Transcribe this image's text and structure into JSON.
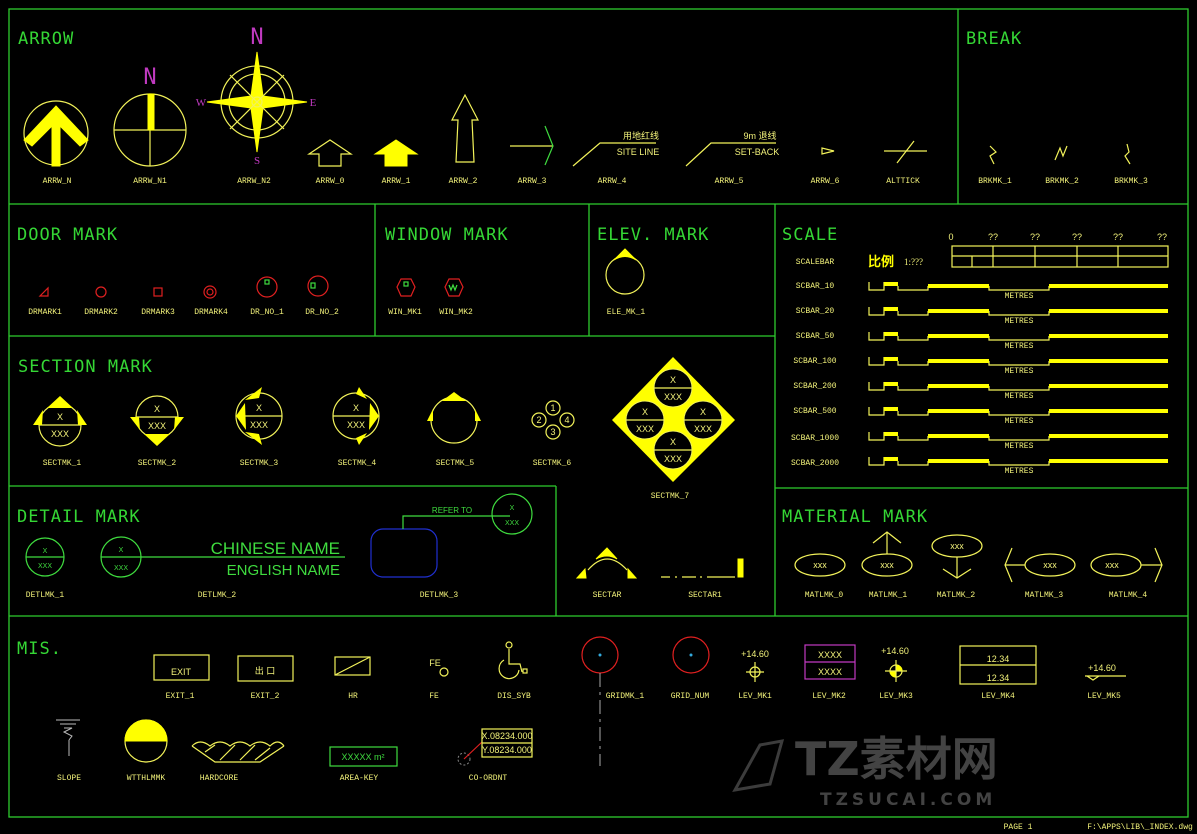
{
  "sections": {
    "arrow": {
      "title": "ARROW",
      "labels": [
        "ARRW_N",
        "ARRW_N1",
        "ARRW_N2",
        "ARRW_0",
        "ARRW_1",
        "ARRW_2",
        "ARRW_3",
        "ARRW_4",
        "ARRW_5",
        "ARRW_6",
        "ALTTICK"
      ],
      "compass": {
        "n": "N",
        "s": "S",
        "e": "E",
        "w": "W"
      },
      "site_line_cn": "用地红线",
      "site_line": "SITE LINE",
      "setback_cn": "9m 退线",
      "setback": "SET-BACK"
    },
    "break": {
      "title": "BREAK",
      "labels": [
        "BRKMK_1",
        "BRKMK_2",
        "BRKMK_3"
      ]
    },
    "door": {
      "title": "DOOR MARK",
      "labels": [
        "DRMARK1",
        "DRMARK2",
        "DRMARK3",
        "DRMARK4",
        "DR_NO_1",
        "DR_NO_2"
      ]
    },
    "window": {
      "title": "WINDOW MARK",
      "labels": [
        "WIN_MK1",
        "WIN_MK2"
      ]
    },
    "elev": {
      "title": "ELEV. MARK",
      "labels": [
        "ELE_MK_1"
      ]
    },
    "scale": {
      "title": "SCALE",
      "labels": [
        "SCALEBAR",
        "SCBAR_10",
        "SCBAR_20",
        "SCBAR_50",
        "SCBAR_100",
        "SCBAR_200",
        "SCBAR_500",
        "SCBAR_1000",
        "SCBAR_2000"
      ],
      "ratio_cn": "比例",
      "ratio": "1:???",
      "ticks": [
        "0",
        "??",
        "??",
        "??",
        "??",
        "??"
      ],
      "unit": "METRES"
    },
    "section": {
      "title": "SECTION MARK",
      "labels": [
        "SECTMK_1",
        "SECTMK_2",
        "SECTMK_3",
        "SECTMK_4",
        "SECTMK_5",
        "SECTMK_6",
        "SECTMK_7"
      ],
      "x": "X",
      "xxx": "XXX",
      "nums": [
        "1",
        "2",
        "3",
        "4"
      ]
    },
    "detail": {
      "title": "DETAIL MARK",
      "labels": [
        "DETLMK_1",
        "DETLMK_2",
        "DETLMK_3"
      ],
      "chinese_name": "CHINESE NAME",
      "english_name": "ENGLISH NAME",
      "refer_to": "REFER TO"
    },
    "sectar": {
      "labels": [
        "SECTAR",
        "SECTAR1"
      ]
    },
    "material": {
      "title": "MATERIAL MARK",
      "labels": [
        "MATLMK_0",
        "MATLMK_1",
        "MATLMK_2",
        "MATLMK_3",
        "MATLMK_4"
      ]
    },
    "mis": {
      "title": "MIS.",
      "row1": [
        "EXIT_1",
        "EXIT_2",
        "HR",
        "FE",
        "DIS_SYB",
        "GRIDMK_1",
        "GRID_NUM",
        "LEV_MK1",
        "LEV_MK2",
        "LEV_MK3",
        "LEV_MK4",
        "LEV_MK5"
      ],
      "row2": [
        "SLOPE",
        "WTTHLMMK",
        "HARDCORE",
        "AREA-KEY",
        "CO-ORDNT"
      ],
      "exit": "EXIT",
      "exit_cn": "出 口",
      "fe": "FE",
      "level": "+14.60",
      "lev4": "12.34",
      "xxxx": "XXXX",
      "area": "XXXXX m²",
      "coord_x": "X.08234.000",
      "coord_y": "Y.08234.000"
    }
  },
  "footer": {
    "page": "PAGE 1",
    "file": "F:\\APPS\\LIB\\_INDEX.dwg"
  },
  "watermark": {
    "text": "TZ素材网",
    "url": "TZSUCAI.COM"
  }
}
